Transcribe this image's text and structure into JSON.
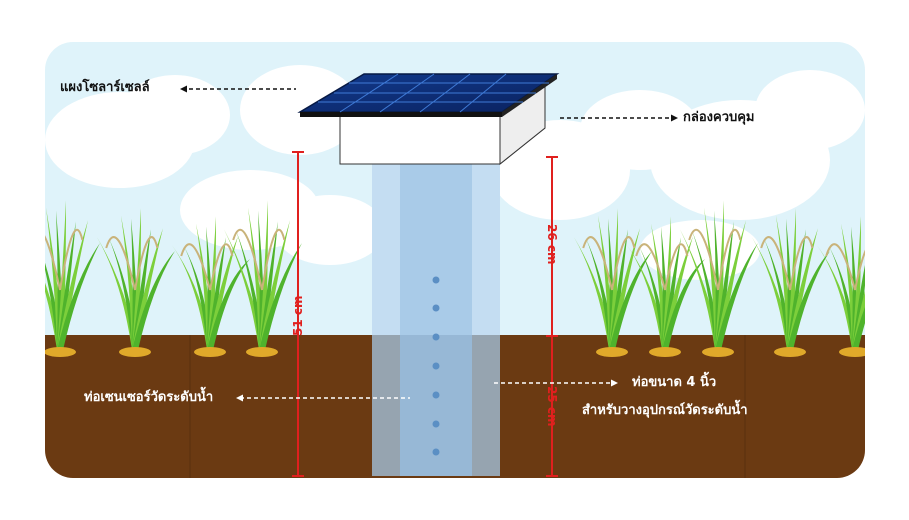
{
  "labels": {
    "solar_panel": "แผงโซลาร์เซลล์",
    "control_box": "กล่องควบคุม",
    "sensor_pipe": "ท่อเซนเซอร์วัดระดับน้ำ",
    "pipe_size": "ท่อขนาด 4 นิ้ว",
    "pipe_purpose": "สำหรับวางอุปกรณ์วัดระดับน้ำ"
  },
  "dimensions": {
    "total_height": "51 cm",
    "above_ground": "26 cm",
    "below_ground": "25 cm"
  },
  "colors": {
    "sky": "#dff3fa",
    "soil": "#6b3a12",
    "pipe": "#a9cbe8",
    "panel": "#0d2a6b",
    "dimension_line": "#e0201e"
  }
}
